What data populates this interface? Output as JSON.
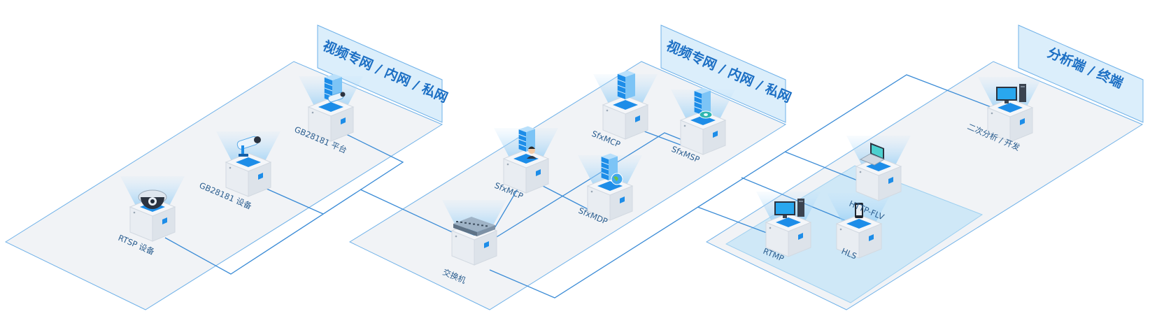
{
  "colors": {
    "zone_fill": "#f1f3f6",
    "zone_stroke": "#6fb1e8",
    "sign_fill": "#dbeefb",
    "sign_text": "#1c6fc4",
    "link": "#3a8bd6",
    "cube_top": "#f4f6f9",
    "cube_left": "#e9edf2",
    "cube_right": "#dde3ea",
    "cube_hole": "#1d8de8",
    "highlight_area": "#cfe8f7"
  },
  "zones": [
    {
      "id": "zone-1",
      "sign": "视频专网 / 内网 / 私网"
    },
    {
      "id": "zone-2",
      "sign": "视频专网 / 内网 / 私网"
    },
    {
      "id": "zone-3",
      "sign": "分析端 / 终端"
    }
  ],
  "nodes": [
    {
      "id": "rtsp",
      "label": "RTSP 设备",
      "icon": "dome-camera-icon"
    },
    {
      "id": "gb-device",
      "label": "GB28181 设备",
      "icon": "bullet-camera-icon"
    },
    {
      "id": "gb-platform",
      "label": "GB28181 平台",
      "icon": "server-camera-icon"
    },
    {
      "id": "switch",
      "label": "交换机",
      "icon": "network-switch-icon"
    },
    {
      "id": "sfxmcp-1",
      "label": "SfxMCP",
      "icon": "server-operator-icon"
    },
    {
      "id": "sfxmcp-2",
      "label": "SfxMCP",
      "icon": "server-icon"
    },
    {
      "id": "sfxmdp",
      "label": "SfxMDP",
      "icon": "server-globe-icon"
    },
    {
      "id": "sfxmsp",
      "label": "SfxMSP",
      "icon": "server-disk-icon"
    },
    {
      "id": "rtmp",
      "label": "RTMP",
      "icon": "desktop-computer-icon"
    },
    {
      "id": "hls",
      "label": "HLS",
      "icon": "mobile-phone-icon"
    },
    {
      "id": "http-flv",
      "label": "HTTP-FLV",
      "icon": "laptop-icon"
    },
    {
      "id": "analysis",
      "label": "二次分析 / 开发",
      "icon": "desktop-computer-icon"
    }
  ]
}
